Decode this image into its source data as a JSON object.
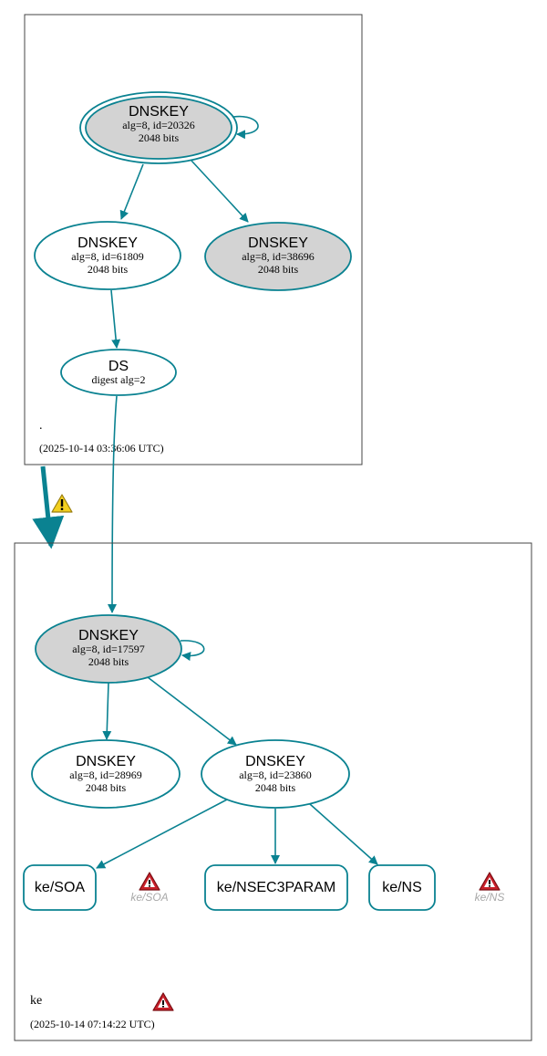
{
  "colors": {
    "edge": "#0a8291",
    "node_stroke": "#0a8291",
    "node_fill_gray": "#d3d3d3",
    "node_fill_white": "#ffffff",
    "zone_border": "#444444",
    "warning_red": "#c8202a",
    "warning_yellow": "#f2cf1f",
    "faded_label": "#a8a8a8"
  },
  "root_zone": {
    "name": ".",
    "timestamp": "(2025-10-14 03:36:06 UTC)",
    "ksk": {
      "type": "DNSKEY",
      "detail": "alg=8, id=20326",
      "bits": "2048 bits"
    },
    "zsk": {
      "type": "DNSKEY",
      "detail": "alg=8, id=61809",
      "bits": "2048 bits"
    },
    "key_38696": {
      "type": "DNSKEY",
      "detail": "alg=8, id=38696",
      "bits": "2048 bits"
    },
    "ds": {
      "type": "DS",
      "detail": "digest alg=2"
    }
  },
  "ke_zone": {
    "name": "ke",
    "timestamp": "(2025-10-14 07:14:22 UTC)",
    "ksk": {
      "type": "DNSKEY",
      "detail": "alg=8, id=17597",
      "bits": "2048 bits"
    },
    "key_28969": {
      "type": "DNSKEY",
      "detail": "alg=8, id=28969",
      "bits": "2048 bits"
    },
    "zsk": {
      "type": "DNSKEY",
      "detail": "alg=8, id=23860",
      "bits": "2048 bits"
    },
    "rrsets": {
      "soa": "ke/SOA",
      "nsec3param": "ke/NSEC3PARAM",
      "ns": "ke/NS"
    },
    "warnings": {
      "soa": "ke/SOA",
      "ns": "ke/NS"
    }
  }
}
